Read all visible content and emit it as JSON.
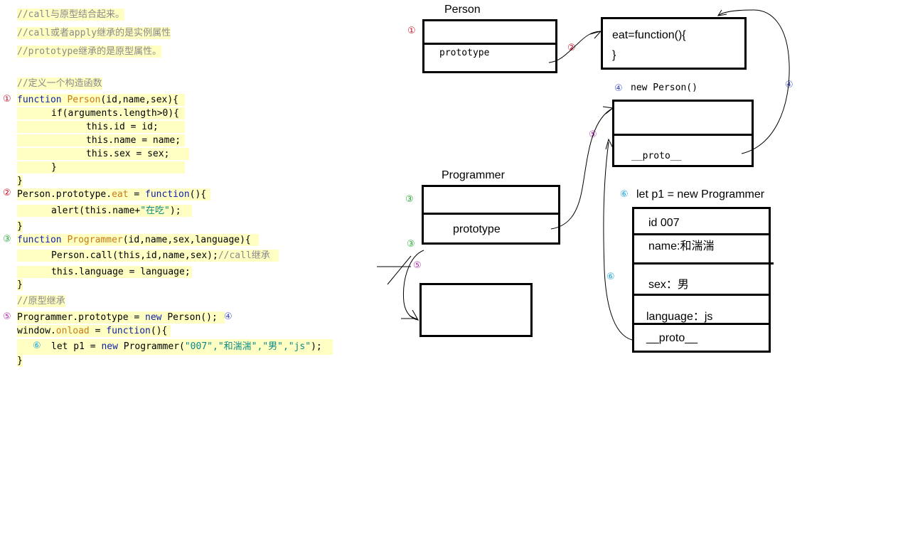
{
  "code": {
    "comment1": "//call与原型结合起来。",
    "comment2": "//call或者apply继承的是实例属性",
    "comment3": "//prototype继承的是原型属性。",
    "comment4": "//定义一个构造函数",
    "l_func_person_kw": "function ",
    "l_func_person_name": "Person",
    "l_func_person_args": "(id,name,sex){",
    "l_if": "if(arguments.length>0){",
    "l_this_id": "this.id = id;",
    "l_this_name": "this.name = name;",
    "l_this_sex": "this.sex = sex;",
    "l_close_inner": "}",
    "l_close_outer": "}",
    "l_proto_eat_a": "Person.prototype.",
    "l_proto_eat_b": "eat",
    "l_proto_eat_c": " = ",
    "l_proto_eat_kw": "function",
    "l_proto_eat_d": "(){",
    "l_alert_a": "alert(this.name+",
    "l_alert_str": "\"在吃\"",
    "l_alert_b": ");",
    "l_close_eat": "}",
    "l_func_prog_kw": "function ",
    "l_func_prog_name": "Programmer",
    "l_func_prog_args": "(id,name,sex,language){",
    "l_call": "Person.call(this,id,name,sex);",
    "l_call_comment": "//call继承",
    "l_lang": "this.language = language;",
    "l_close_prog": "}",
    "comment5": "//原型继承",
    "l_proto_new_a": "Programmer.prototype = ",
    "l_proto_new_kw": "new",
    "l_proto_new_b": " Person();",
    "l_onload_a": "window.",
    "l_onload_b": "onload",
    "l_onload_c": " = ",
    "l_onload_kw": "function",
    "l_onload_d": "(){",
    "l_let_a": "let p1 = ",
    "l_let_kw": "new",
    "l_let_b": " Programmer(",
    "l_let_str": "\"007\",\"和湍湍\",\"男\",\"js\"",
    "l_let_c": ");",
    "l_close_onload": "}"
  },
  "markers": {
    "m1": "①",
    "m2": "②",
    "m3": "③",
    "m4": "④",
    "m5": "⑤",
    "m6": "⑥"
  },
  "diagram": {
    "person_title": "Person",
    "person_proto": "prototype",
    "eat_line1": "eat=function(){",
    "eat_line2": "}",
    "new_person_title": "new Person()",
    "new_person_proto": "__proto__",
    "programmer_title": "Programmer",
    "programmer_proto": "prototype",
    "p1_title": "let p1 = new Programmer",
    "p1_id": "id  007",
    "p1_name": "name:和湍湍",
    "p1_sex": "sex：男",
    "p1_language": "language：js",
    "p1_proto": "__proto__"
  }
}
